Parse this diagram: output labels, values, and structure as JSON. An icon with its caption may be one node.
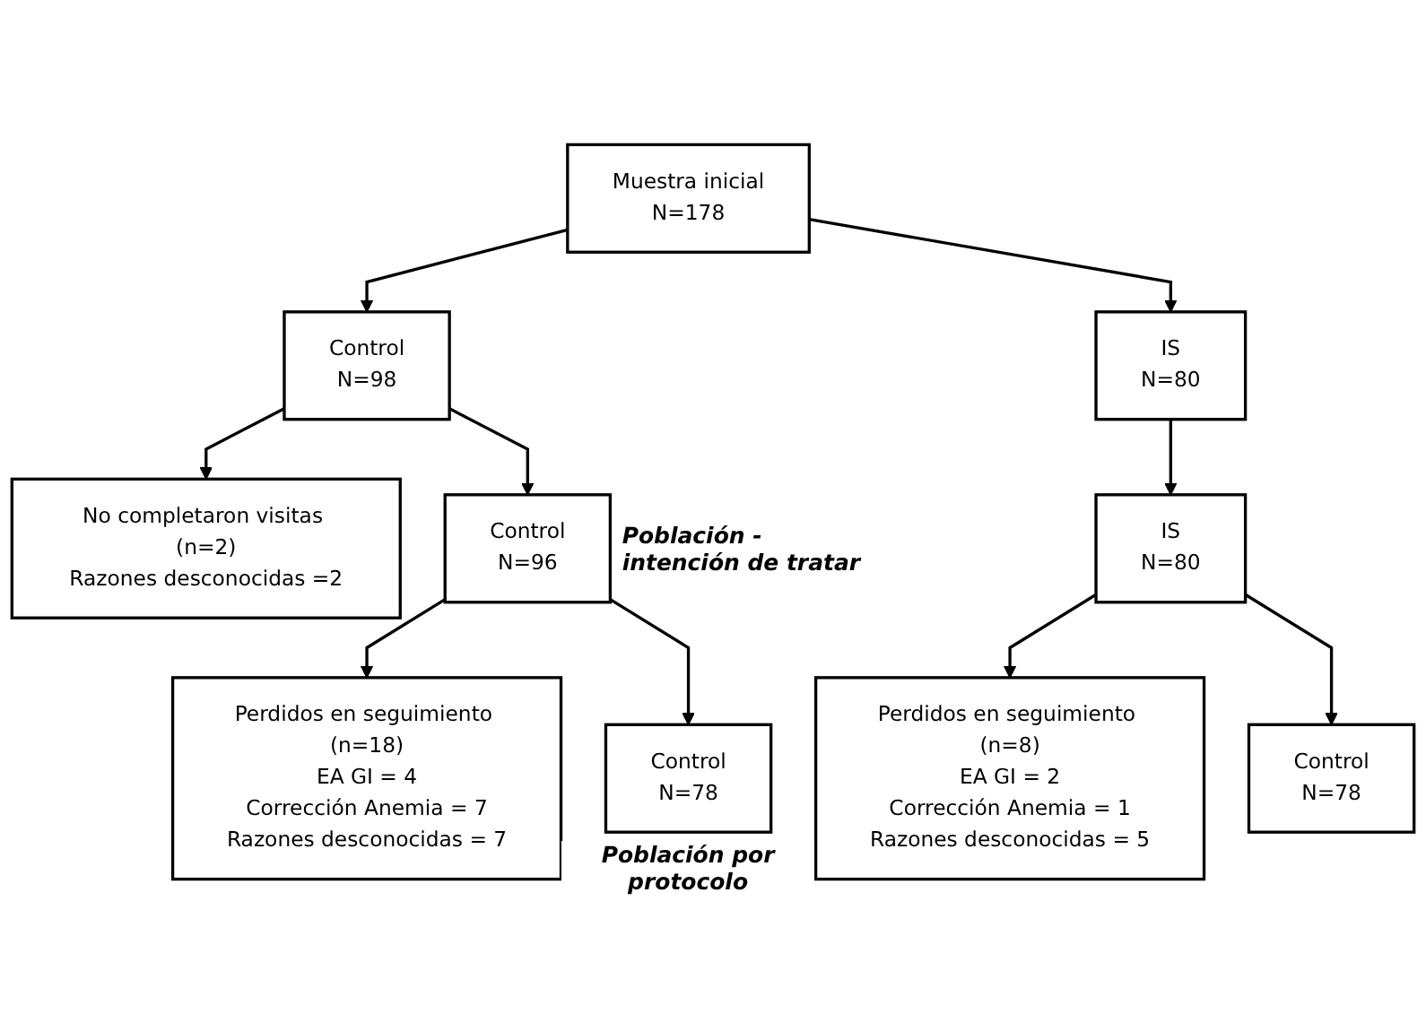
{
  "diagram": {
    "nodes": [
      {
        "text": [
          "Muestra inicial",
          "N=178"
        ]
      },
      {
        "text": [
          "Control",
          "N=98"
        ]
      },
      {
        "text": [
          "IS",
          "N=80"
        ]
      },
      {
        "text": [
          "No completaron visitas (n=2)",
          "Razones desconocidas =2"
        ]
      },
      {
        "text": [
          "Control",
          "N=96"
        ],
        "beside": [
          "Población - intención de tratar"
        ]
      },
      {
        "text": [
          "IS",
          "N=80"
        ]
      },
      {
        "text": [
          "Perdidos en seguimiento (n=18)",
          "EA GI = 4",
          "Corrección Anemia = 7",
          "Razones desconocidas = 7"
        ]
      },
      {
        "text": [
          "Perdidos en seguimiento (n=8)",
          "EA GI = 2",
          "Corrección Anemia = 1",
          "Razones desconocidas = 5"
        ]
      },
      {
        "text": [
          "Control",
          "N=78"
        ],
        "beside": [
          "Población por protocolo"
        ]
      },
      {
        "text": [
          "Control",
          "N=78"
        ]
      }
    ],
    "edges": [
      {
        "from": 0,
        "to": 1,
        "arrow": "to"
      },
      {
        "from": 0,
        "to": 2,
        "arrow": "to"
      },
      {
        "from": 1,
        "to": 3,
        "arrow": "to"
      },
      {
        "from": 1,
        "to": 4,
        "arrow": "to"
      },
      {
        "from": 2,
        "to": 5,
        "arrow": "to"
      },
      {
        "from": 4,
        "to": 6,
        "arrow": "to"
      },
      {
        "from": 4,
        "to": 8,
        "arrow": "to"
      },
      {
        "from": 5,
        "to": 7,
        "arrow": "to"
      },
      {
        "from": 5,
        "to": 9,
        "arrow": "to"
      }
    ]
  }
}
